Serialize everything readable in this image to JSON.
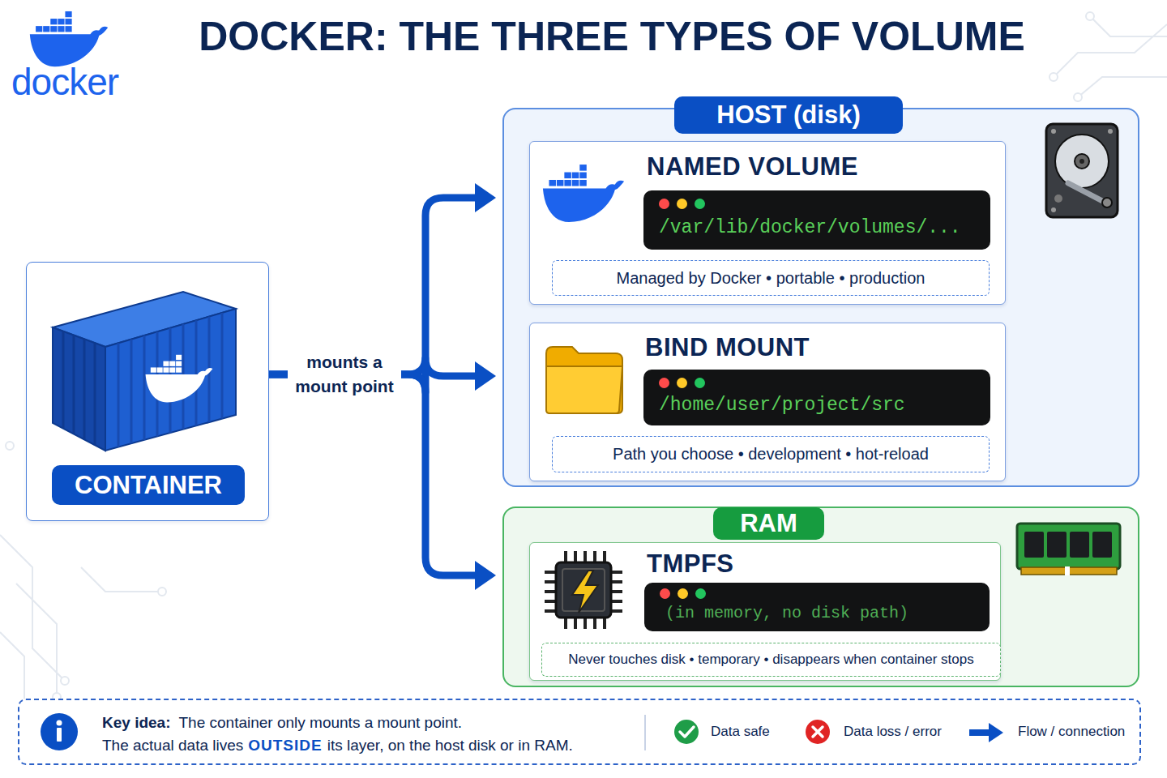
{
  "diagram": {
    "title": "DOCKER: THE THREE TYPES OF VOLUME",
    "nodes": [
      {
        "text": [
          "CONTAINER"
        ]
      },
      {
        "text": [
          "HOST (disk)"
        ]
      },
      {
        "text": [
          "NAMED VOLUME"
        ],
        "in": 1
      },
      {
        "text": [
          "/var/lib/docker/volumes/..."
        ],
        "in": 2
      },
      {
        "text": [
          "Managed by Docker • portable • production"
        ],
        "in": 2
      },
      {
        "text": [
          "BIND MOUNT"
        ],
        "in": 1
      },
      {
        "text": [
          "/home/user/project/src"
        ],
        "in": 5
      },
      {
        "text": [
          "Path you choose • development • hot-reload"
        ],
        "in": 5
      },
      {
        "text": [
          "RAM"
        ]
      },
      {
        "text": [
          "TMPFS"
        ],
        "in": 8
      },
      {
        "text": [
          "(in memory, no disk path)"
        ],
        "in": 9
      },
      {
        "text": [
          "Never touches disk • temporary • disappears when container stops"
        ],
        "in": 9
      },
      {
        "text": [
          "Key idea:",
          "The container only mounts a mount point.",
          "The actual data lives",
          "OUTSIDE",
          "its layer, on the host disk or in RAM."
        ]
      }
    ],
    "edges": [
      {
        "from": 0,
        "to": 2,
        "arrow": "to"
      },
      {
        "from": 0,
        "to": 5,
        "label": "mounts a mount point",
        "arrow": "to"
      },
      {
        "from": 0,
        "to": 9,
        "arrow": "to"
      }
    ],
    "labels": [
      "docker"
    ],
    "legend": [
      {
        "text": "Data safe"
      },
      {
        "text": "Data loss / error"
      },
      {
        "text": "Flow / connection"
      }
    ]
  }
}
